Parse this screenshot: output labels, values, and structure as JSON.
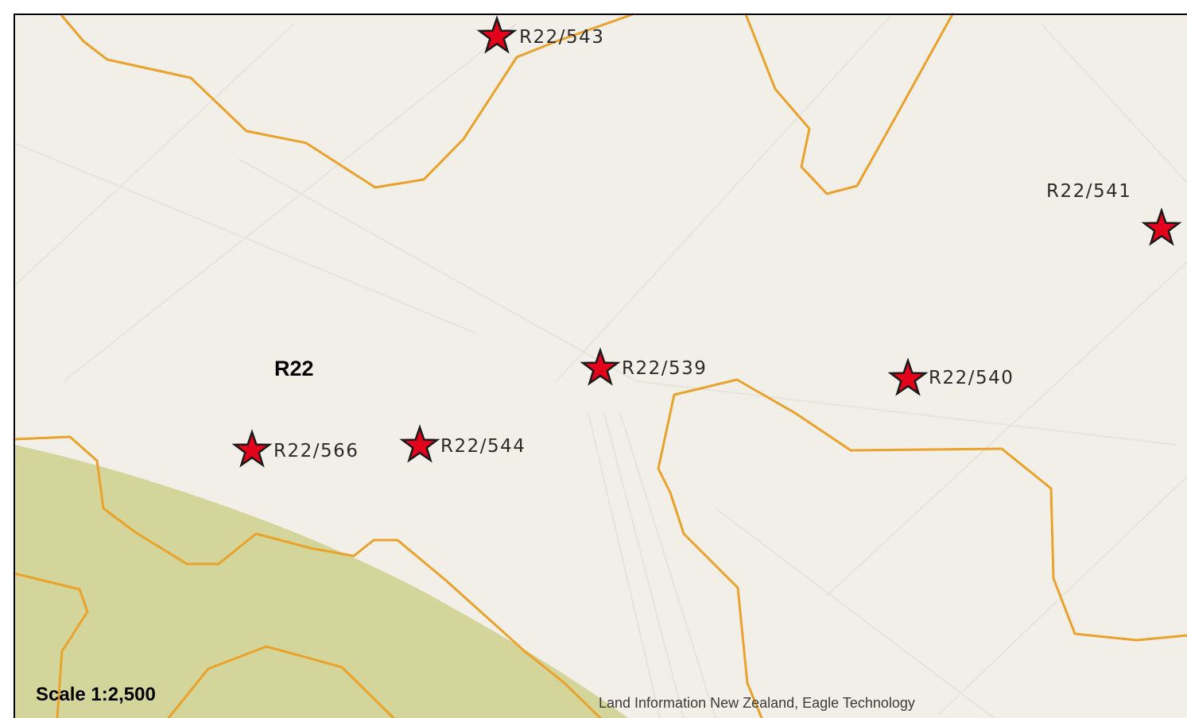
{
  "map": {
    "grid_label": "R22",
    "scale_text": "Scale 1:2,500",
    "attribution": "Land Information New Zealand, Eagle Technology",
    "colors": {
      "land": "#f2efe9",
      "vegetation": "#d3d59a",
      "contour": "#eaa22b",
      "marker_fill": "#e3001b",
      "marker_stroke": "#1a1a1a",
      "frame": "#000000"
    },
    "icons": {
      "site_marker": "red-star-icon"
    },
    "sites": [
      {
        "id": "R22/543",
        "label": "R22/543"
      },
      {
        "id": "R22/541",
        "label": "R22/541"
      },
      {
        "id": "R22/539",
        "label": "R22/539"
      },
      {
        "id": "R22/540",
        "label": "R22/540"
      },
      {
        "id": "R22/566",
        "label": "R22/566"
      },
      {
        "id": "R22/544",
        "label": "R22/544"
      }
    ]
  }
}
